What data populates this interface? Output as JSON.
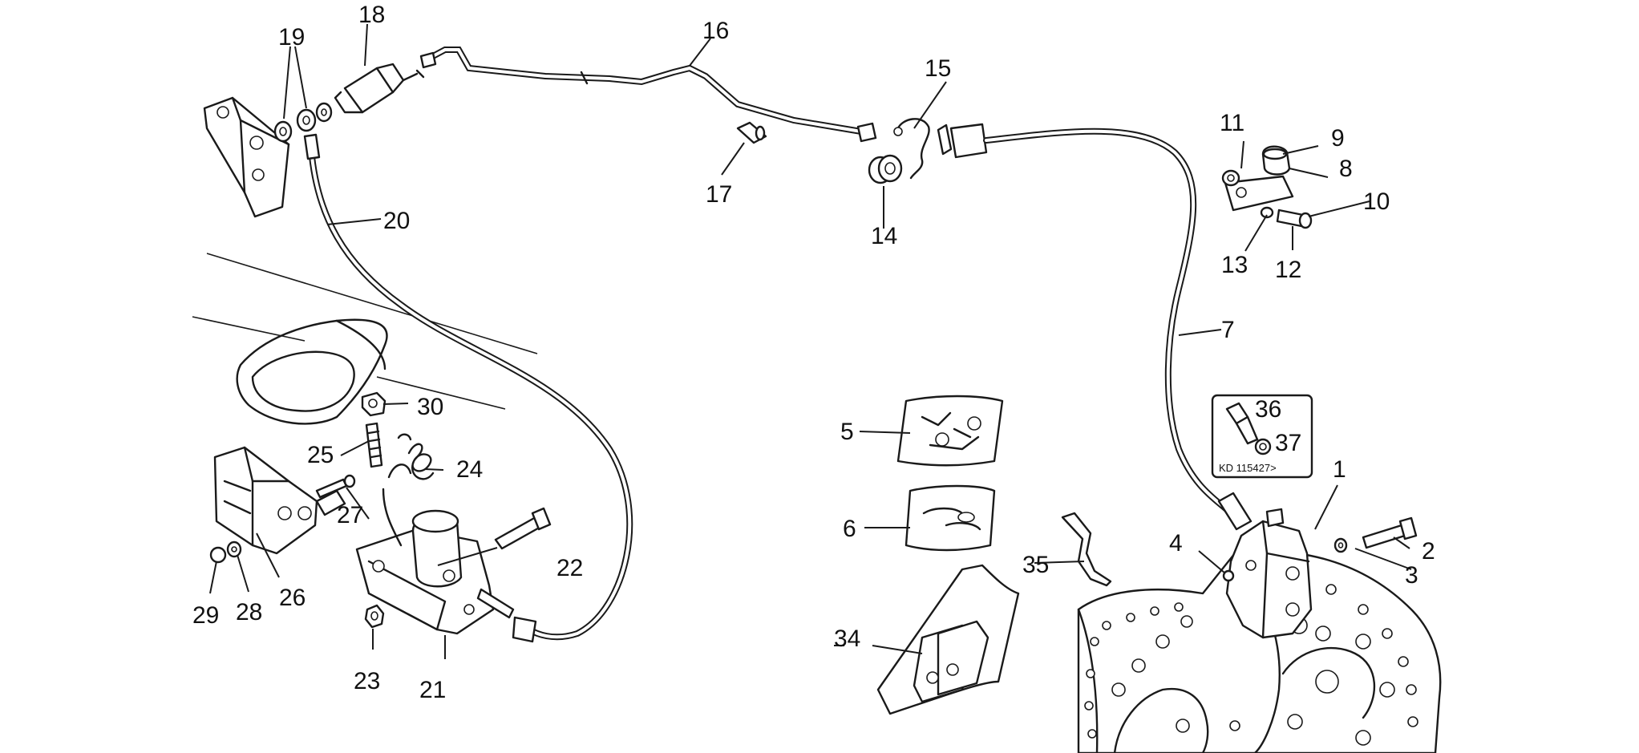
{
  "diagram": {
    "callouts": {
      "c1": "1",
      "c2": "2",
      "c3": "3",
      "c4": "4",
      "c5": "5",
      "c6": "6",
      "c7": "7",
      "c8": "8",
      "c9": "9",
      "c10": "10",
      "c11": "11",
      "c12": "12",
      "c13": "13",
      "c14": "14",
      "c15": "15",
      "c16": "16",
      "c17": "17",
      "c18": "18",
      "c19": "19",
      "c20": "20",
      "c21": "21",
      "c22": "22",
      "c23": "23",
      "c24": "24",
      "c25": "25",
      "c26": "26",
      "c27": "27",
      "c28": "28",
      "c29": "29",
      "c30": "30",
      "c34": "34",
      "c35": "35",
      "c36": "36",
      "c37": "37"
    },
    "kit_note": "KD 115427>"
  }
}
